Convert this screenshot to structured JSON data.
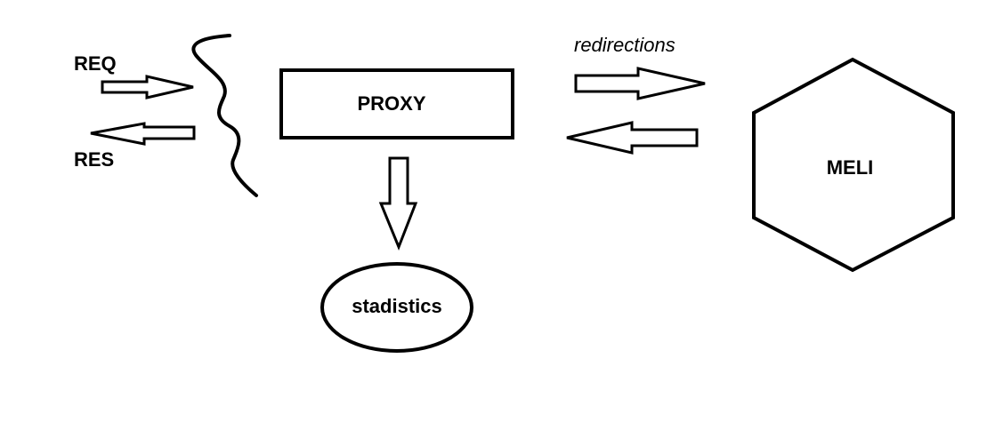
{
  "client": {
    "request_label": "REQ",
    "response_label": "RES"
  },
  "proxy": {
    "label": "PROXY"
  },
  "stats": {
    "label": "stadistics"
  },
  "upstream": {
    "edge_label": "redirections",
    "label": "MELI"
  },
  "colors": {
    "stroke": "#000000",
    "fill": "#ffffff"
  }
}
